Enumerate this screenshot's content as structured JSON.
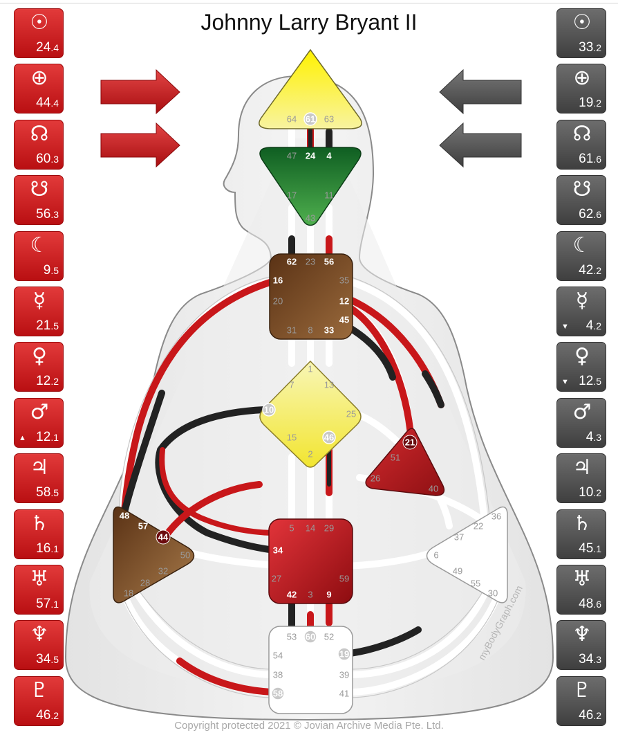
{
  "title": "Johnny Larry Bryant II",
  "copyright": "Copyright protected 2021 © Jovian Archive Media Pte. Ltd.",
  "watermark": "myBodyGraph.com",
  "colors": {
    "design_red": "#c8171a",
    "personality_black": "#222222",
    "head_yellow": "#f6ee5f",
    "ajna_green": "#1c7c2f",
    "throat_brown": "#6e4322",
    "g_yellow": "#f5ed65",
    "heart_red": "#c4242a",
    "sacral_red": "#c81f24",
    "spleen_brown": "#6e4322",
    "undefined_white": "#ffffff",
    "gate_label_gray": "#9a9a9a"
  },
  "design_column": [
    {
      "icon": "sun-icon",
      "symbol": "☉",
      "value": "24",
      "line": ".4"
    },
    {
      "icon": "earth-icon",
      "symbol": "⊕",
      "value": "44",
      "line": ".4"
    },
    {
      "icon": "north-node-icon",
      "symbol": "☊",
      "value": "60",
      "line": ".3"
    },
    {
      "icon": "south-node-icon",
      "symbol": "☋",
      "value": "56",
      "line": ".3"
    },
    {
      "icon": "moon-icon",
      "symbol": "☾",
      "value": "9",
      "line": ".5"
    },
    {
      "icon": "mercury-icon",
      "symbol": "☿",
      "value": "21",
      "line": ".5"
    },
    {
      "icon": "venus-icon",
      "symbol": "♀",
      "value": "12",
      "line": ".2"
    },
    {
      "icon": "mars-icon",
      "symbol": "♂",
      "value": "12",
      "line": ".1",
      "arrow": "▲"
    },
    {
      "icon": "jupiter-icon",
      "symbol": "♃",
      "value": "58",
      "line": ".5"
    },
    {
      "icon": "saturn-icon",
      "symbol": "♄",
      "value": "16",
      "line": ".1"
    },
    {
      "icon": "uranus-icon",
      "symbol": "♅",
      "value": "57",
      "line": ".1"
    },
    {
      "icon": "neptune-icon",
      "symbol": "♆",
      "value": "34",
      "line": ".5"
    },
    {
      "icon": "pluto-icon",
      "symbol": "♇",
      "value": "46",
      "line": ".2"
    }
  ],
  "personality_column": [
    {
      "icon": "sun-icon",
      "symbol": "☉",
      "value": "33",
      "line": ".2"
    },
    {
      "icon": "earth-icon",
      "symbol": "⊕",
      "value": "19",
      "line": ".2"
    },
    {
      "icon": "north-node-icon",
      "symbol": "☊",
      "value": "61",
      "line": ".6"
    },
    {
      "icon": "south-node-icon",
      "symbol": "☋",
      "value": "62",
      "line": ".6"
    },
    {
      "icon": "moon-icon",
      "symbol": "☾",
      "value": "42",
      "line": ".2"
    },
    {
      "icon": "mercury-icon",
      "symbol": "☿",
      "value": "4",
      "line": ".2",
      "arrow": "▼"
    },
    {
      "icon": "venus-icon",
      "symbol": "♀",
      "value": "12",
      "line": ".5",
      "arrow": "▼"
    },
    {
      "icon": "mars-icon",
      "symbol": "♂",
      "value": "4",
      "line": ".3"
    },
    {
      "icon": "jupiter-icon",
      "symbol": "♃",
      "value": "10",
      "line": ".2"
    },
    {
      "icon": "saturn-icon",
      "symbol": "♄",
      "value": "45",
      "line": ".1"
    },
    {
      "icon": "uranus-icon",
      "symbol": "♅",
      "value": "48",
      "line": ".6"
    },
    {
      "icon": "neptune-icon",
      "symbol": "♆",
      "value": "34",
      "line": ".3"
    },
    {
      "icon": "pluto-icon",
      "symbol": "♇",
      "value": "46",
      "line": ".2"
    }
  ],
  "gates": {
    "head": [
      "64",
      "61",
      "63"
    ],
    "ajna": [
      "47",
      "24",
      "4",
      "17",
      "11",
      "43"
    ],
    "throat": [
      "62",
      "23",
      "56",
      "16",
      "35",
      "20",
      "12",
      "45",
      "31",
      "8",
      "33"
    ],
    "g": [
      "1",
      "7",
      "13",
      "10",
      "25",
      "15",
      "46",
      "2"
    ],
    "heart": [
      "21",
      "51",
      "26",
      "40"
    ],
    "sacral": [
      "5",
      "14",
      "29",
      "34",
      "27",
      "59",
      "42",
      "3",
      "9"
    ],
    "spleen": [
      "48",
      "57",
      "44",
      "50",
      "32",
      "28",
      "18"
    ],
    "solar_plexus": [
      "36",
      "22",
      "37",
      "6",
      "49",
      "55",
      "30"
    ],
    "root": [
      "53",
      "60",
      "52",
      "54",
      "19",
      "38",
      "39",
      "58",
      "41"
    ]
  }
}
